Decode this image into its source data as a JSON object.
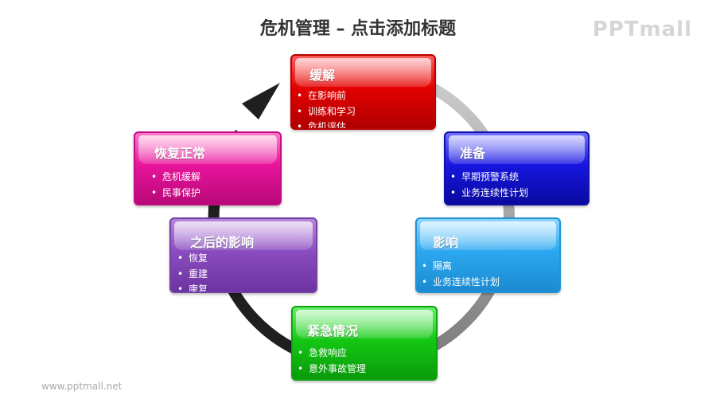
{
  "title": "危机管理 – 点击添加标题",
  "logo": "PPTmall",
  "footer": "www.pptmall.net",
  "steps": {
    "mitigation": {
      "title": "缓解",
      "items": [
        "在影响前",
        "训练和学习",
        "危机评估"
      ]
    },
    "preparation": {
      "title": "准备",
      "items": [
        "早期预警系统",
        "业务连续性计划"
      ]
    },
    "impact": {
      "title": "影响",
      "items": [
        "隔离",
        "业务连续性计划"
      ]
    },
    "emergency": {
      "title": "紧急情况",
      "items": [
        "急救响应",
        "意外事故管理"
      ]
    },
    "aftermath": {
      "title": "之后的影响",
      "items": [
        "恢复",
        "重建",
        "康复"
      ]
    },
    "recovery": {
      "title": "恢复正常",
      "items": [
        "危机缓解",
        "民事保护"
      ]
    }
  },
  "colors": {
    "mitigation": "#e30000",
    "preparation": "#1616e0",
    "impact": "#2ca8f0",
    "emergency": "#14c814",
    "aftermath": "#8a4cc0",
    "recovery": "#e8149c",
    "arc_dark": "#1a1a1a",
    "arc_gray": "#9a9a9a"
  }
}
